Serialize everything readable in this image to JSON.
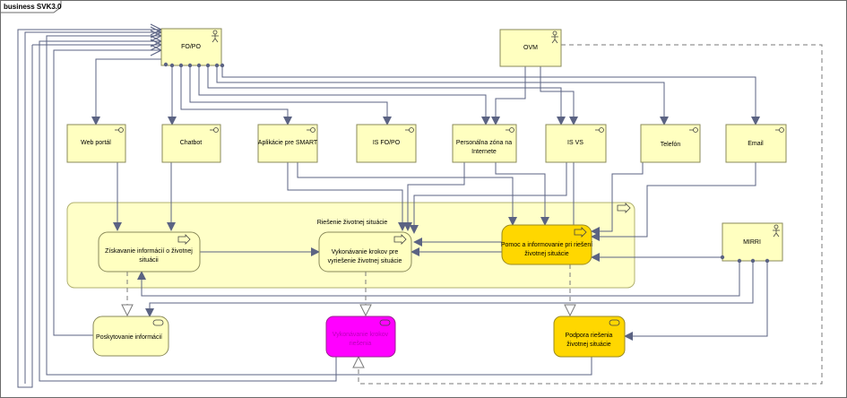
{
  "frame_title": "business SVK3.0",
  "actors": {
    "fopo": "FO/PO",
    "ovm": "OVM",
    "mirri": "MIRRI"
  },
  "interfaces": {
    "web": "Web portál",
    "chatbot": "Chatbot",
    "apps": "Aplikácie pre SMART",
    "isfopo": "IS FO/PO",
    "pz": [
      "Personálna zóna na",
      "Internete"
    ],
    "isvs": "IS VS",
    "telefon": "Telefón",
    "email": "Email"
  },
  "process_group": "Riešenie životnej situácie",
  "processes": {
    "ziskavanie": [
      "Získavanie informácií o životnej",
      "situácii"
    ],
    "vykonavanie": [
      "Vykonávanie krokov pre",
      "vyriešenie životnej situácie"
    ],
    "pomoc": [
      "Pomoc a informovanie pri riešení",
      "životnej situácie"
    ]
  },
  "services": {
    "poskytovanie": "Poskytovanie informácií",
    "magenta": [
      "Vykonávanie krokov",
      "riešenia"
    ],
    "podpora": [
      "Podpora riešenia",
      "životnej situácie"
    ]
  },
  "colors": {
    "pale_yellow": "#ffffc0",
    "group_fill": "#ffffc8",
    "highlight_yellow": "#ffd700",
    "magenta": "#ff00ff",
    "line": "#5b6383",
    "border": "#8a8a5a"
  }
}
